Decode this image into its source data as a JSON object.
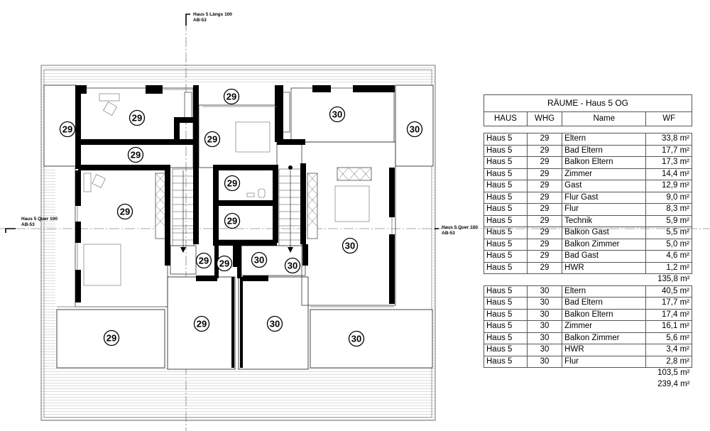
{
  "plan": {
    "section_top": {
      "title": "Haus 5 Längs 100",
      "ref": "AB-53"
    },
    "section_left": {
      "title": "Haus 5 Quer 100",
      "ref": "AB-53"
    },
    "section_right": {
      "title": "Haus 5 Quer 100",
      "ref": "AB-53"
    },
    "room_tags": [
      "29",
      "29",
      "29",
      "29",
      "29",
      "29",
      "29",
      "29",
      "29",
      "29",
      "29",
      "29",
      "30",
      "30",
      "30",
      "30",
      "30",
      "30",
      "30"
    ]
  },
  "table": {
    "title": "RÄUME - Haus 5 OG",
    "headers": [
      "HAUS",
      "WHG",
      "Name",
      "WF"
    ],
    "group_29": [
      [
        "Haus 5",
        "29",
        "Eltern",
        "33,8 m²"
      ],
      [
        "Haus 5",
        "29",
        "Bad Eltern",
        "17,7 m²"
      ],
      [
        "Haus 5",
        "29",
        "Balkon Eltern",
        "17,3 m²"
      ],
      [
        "Haus 5",
        "29",
        "Zimmer",
        "14,4 m²"
      ],
      [
        "Haus 5",
        "29",
        "Gast",
        "12,9 m²"
      ],
      [
        "Haus 5",
        "29",
        "Flur Gast",
        "9,0 m²"
      ],
      [
        "Haus 5",
        "29",
        "Flur",
        "8,3 m²"
      ],
      [
        "Haus 5",
        "29",
        "Technik",
        "5,9 m²"
      ],
      [
        "Haus 5",
        "29",
        "Balkon Gast",
        "5,5 m²"
      ],
      [
        "Haus 5",
        "29",
        "Balkon Zimmer",
        "5,0 m²"
      ],
      [
        "Haus 5",
        "29",
        "Bad Gast",
        "4,6 m²"
      ],
      [
        "Haus 5",
        "29",
        "HWR",
        "1,2 m²"
      ]
    ],
    "subtotal_29": "135,8 m²",
    "group_30": [
      [
        "Haus 5",
        "30",
        "Eltern",
        "40,5 m²"
      ],
      [
        "Haus 5",
        "30",
        "Bad Eltern",
        "17,7 m²"
      ],
      [
        "Haus 5",
        "30",
        "Balkon Eltern",
        "17,4 m²"
      ],
      [
        "Haus 5",
        "30",
        "Zimmer",
        "16,1 m²"
      ],
      [
        "Haus 5",
        "30",
        "Balkon Zimmer",
        "5,6 m²"
      ],
      [
        "Haus 5",
        "30",
        "HWR",
        "3,4 m²"
      ],
      [
        "Haus 5",
        "30",
        "Flur",
        "2,8 m²"
      ]
    ],
    "subtotal_30": "103,5 m²",
    "total": "239,4 m²"
  }
}
